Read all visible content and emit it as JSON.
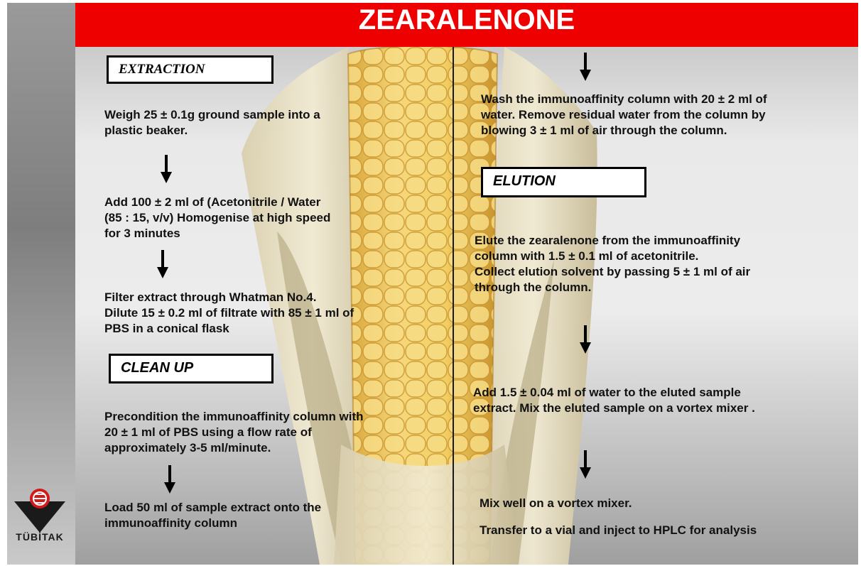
{
  "title": "ZEARALENONE",
  "logo": {
    "text": "TÜBİTAK",
    "icon": "tubitak-logo-icon"
  },
  "sections": {
    "extraction": "EXTRACTION",
    "cleanup": "CLEAN UP",
    "elution": "ELUTION"
  },
  "steps": {
    "extraction_1": [
      "Weigh 25 ± 0.1g ground sample into a",
      "plastic beaker."
    ],
    "extraction_2": [
      "Add 100 ± 2 ml of (Acetonitrile  / Water",
      "(85 : 15, v/v) Homogenise at high speed",
      "for 3 minutes"
    ],
    "extraction_3": [
      "Filter extract through Whatman No.4.",
      "Dilute 15 ± 0.2 ml of filtrate with 85 ± 1 ml of",
      "PBS in a conical flask"
    ],
    "cleanup_1": [
      "Precondition the immunoaffinity column with",
      "20 ± 1 ml of PBS using a flow rate of",
      "approximately 3-5 ml/minute."
    ],
    "cleanup_2": [
      "Load 50 ml of sample extract onto the",
      "immunoaffinity column"
    ],
    "wash": [
      "Wash the immunoaffinity column with 20 ± 2 ml of",
      "water. Remove residual water from the column by",
      "blowing 3 ± 1 ml of air through the column."
    ],
    "elution_1": [
      "Elute the zearalenone from the  immunoaffinity",
      "column with 1.5 ± 0.1 ml of acetonitrile.",
      "Collect elution solvent by passing 5 ± 1 ml of air",
      "through the column."
    ],
    "elution_2": [
      "Add 1.5 ± 0.04 ml of water to the eluted sample",
      "extract. Mix the eluted sample on a vortex mixer ."
    ],
    "final_1": [
      "Mix well on a vortex mixer."
    ],
    "final_2": [
      "Transfer to a vial and inject to HPLC for analysis"
    ]
  },
  "colors": {
    "title_bar": "#ee0000",
    "left_bar": "#8c8c8c",
    "text": "#111111"
  },
  "arrow_icon": "down-arrow-icon"
}
